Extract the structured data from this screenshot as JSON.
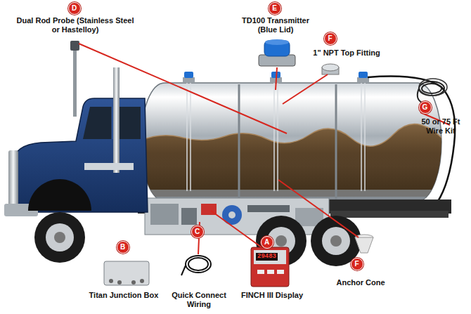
{
  "diagram": {
    "nodes": [
      {
        "text": [
          "D",
          "Dual Rod Probe (Stainless Steel or Hastelloy)"
        ]
      },
      {
        "text": [
          "E",
          "TD100 Transmitter (Blue Lid)"
        ]
      },
      {
        "text": [
          "F",
          "1\" NPT Top Fitting"
        ]
      },
      {
        "text": [
          "G",
          "50 or 75 Ft Wire Kit"
        ]
      },
      {
        "text": [
          "B",
          "Titan Junction Box"
        ]
      },
      {
        "text": [
          "C",
          "Quick Connect Wiring"
        ]
      },
      {
        "text": [
          "A",
          "FINCH III Display"
        ]
      },
      {
        "text": [
          "F",
          "Anchor Cone"
        ]
      }
    ],
    "labels": [
      "29483"
    ]
  }
}
